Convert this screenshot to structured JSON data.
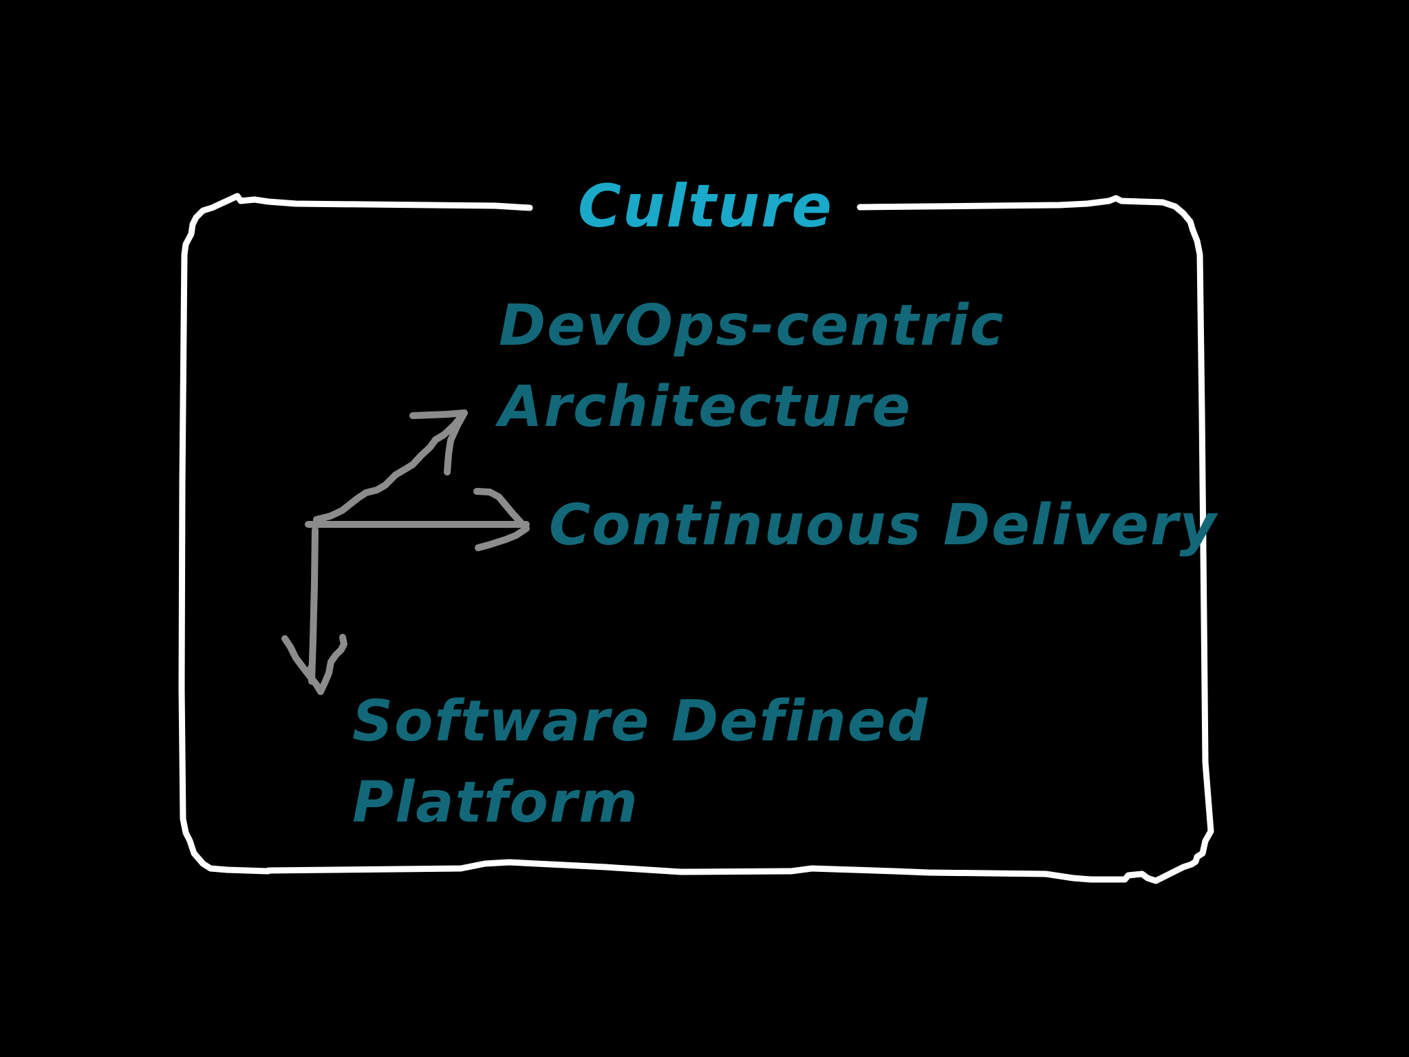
{
  "title": "Culture",
  "items": [
    {
      "line1": "DevOps-centric",
      "line2": "Architecture"
    },
    {
      "line1": "Continuous Delivery"
    },
    {
      "line1": "Software Defined",
      "line2": "Platform"
    }
  ],
  "colors": {
    "background": "#000000",
    "frame": "#ffffff",
    "arrows": "#8c8c8c",
    "title": "#1aa9c9",
    "items": "#126878"
  }
}
